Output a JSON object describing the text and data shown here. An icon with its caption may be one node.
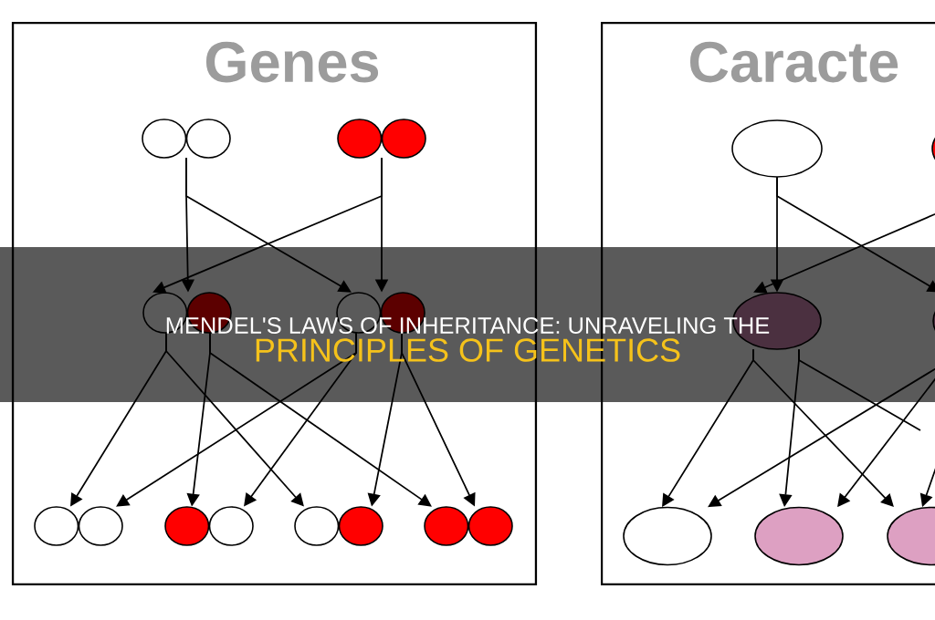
{
  "diagram": {
    "nodes": [
      {
        "text": [
          "Genes"
        ]
      },
      {
        "text": [],
        "shape": "circle",
        "in": 0
      },
      {
        "text": [],
        "shape": "circle",
        "in": 0
      },
      {
        "text": [],
        "shape": "circle",
        "in": 0
      },
      {
        "text": [],
        "shape": "circle",
        "in": 0
      },
      {
        "text": [],
        "shape": "circle",
        "in": 0
      },
      {
        "text": [],
        "shape": "circle",
        "in": 0
      },
      {
        "text": [],
        "shape": "circle",
        "in": 0
      },
      {
        "text": [],
        "shape": "circle",
        "in": 0
      },
      {
        "text": [
          "Caracte"
        ]
      },
      {
        "text": [],
        "shape": "circle",
        "in": 9
      },
      {
        "text": [],
        "shape": "circle",
        "in": 9
      },
      {
        "text": [],
        "shape": "circle",
        "in": 9
      },
      {
        "text": [],
        "shape": "circle",
        "in": 9
      },
      {
        "text": [],
        "shape": "circle",
        "in": 9
      },
      {
        "text": [],
        "shape": "circle",
        "in": 9
      },
      {
        "text": [],
        "shape": "circle",
        "in": 9
      }
    ],
    "edges": [
      {
        "from": 1,
        "to": 3,
        "arrow": "to"
      },
      {
        "from": 1,
        "to": 4,
        "arrow": "to"
      },
      {
        "from": 2,
        "to": 3,
        "arrow": "to"
      },
      {
        "from": 2,
        "to": 4,
        "arrow": "to"
      },
      {
        "from": 3,
        "to": 5,
        "arrow": "to"
      },
      {
        "from": 3,
        "to": 6,
        "arrow": "to"
      },
      {
        "from": 3,
        "to": 7,
        "arrow": "to"
      },
      {
        "from": 3,
        "to": 8,
        "arrow": "to"
      },
      {
        "from": 4,
        "to": 5,
        "arrow": "to"
      },
      {
        "from": 4,
        "to": 6,
        "arrow": "to"
      },
      {
        "from": 4,
        "to": 7,
        "arrow": "to"
      },
      {
        "from": 4,
        "to": 8,
        "arrow": "to"
      },
      {
        "from": 10,
        "to": 12,
        "arrow": "to"
      },
      {
        "from": 10,
        "to": 13,
        "arrow": "to"
      },
      {
        "from": 11,
        "to": 12,
        "arrow": "to"
      },
      {
        "from": 12,
        "to": 14,
        "arrow": "to"
      },
      {
        "from": 12,
        "to": 15,
        "arrow": "to"
      },
      {
        "from": 12,
        "to": 16,
        "arrow": "to"
      },
      {
        "from": 12,
        "to": null,
        "arrow": "none"
      },
      {
        "from": 13,
        "to": 14,
        "arrow": "to"
      },
      {
        "from": 13,
        "to": 15,
        "arrow": "to"
      },
      {
        "from": 13,
        "to": 16,
        "arrow": "to"
      }
    ],
    "labels": [
      "MENDEL'S LAWS OF INHERITANCE: UNRAVELING THE",
      "PRINCIPLES OF GENETICS"
    ]
  }
}
